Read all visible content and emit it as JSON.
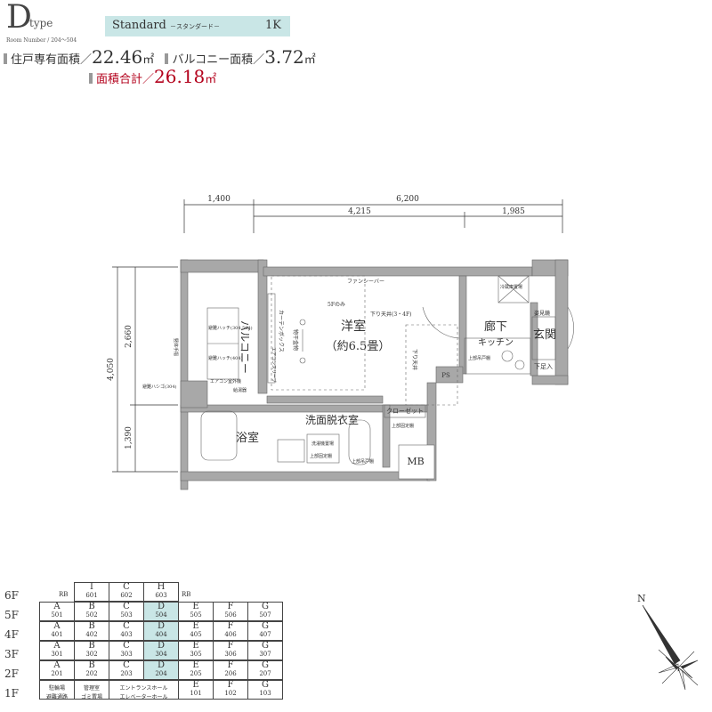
{
  "header": {
    "type_letter": "D",
    "type_word": "type",
    "room_number": "Room Number / 204～504",
    "plan_name": "Standard",
    "plan_name_kana": "－スタンダード－",
    "layout": "1K"
  },
  "areas": {
    "private_label": "住戸専有面積／",
    "private_value": "22.46",
    "private_unit": "㎡",
    "balcony_label": "バルコニー面積／",
    "balcony_value": "3.72",
    "balcony_unit": "㎡",
    "total_label": "面積合計／",
    "total_value": "26.18",
    "total_unit": "㎡"
  },
  "dimensions": {
    "top_a": "1,400",
    "top_b": "6,200",
    "sub_a": "4,215",
    "sub_b": "1,985",
    "left_total": "4,050",
    "left_a": "2,660",
    "left_b": "1,390"
  },
  "rooms": {
    "western": "洋室",
    "western_size": "（約6.5畳）",
    "corridor": "廊下",
    "kitchen": "キッチン",
    "entrance": "玄関",
    "washroom": "洗面脱衣室",
    "bath": "浴室",
    "balcony": "バルコニー",
    "mb": "MB",
    "ps": "PS",
    "closet": "クローゼット"
  },
  "labels": {
    "fanshee": "ファンシーバー",
    "fivef_only": "5Fのみ",
    "dropped_ceiling": "下り天井(3・4F)",
    "dropped_ceiling2": "下り天井",
    "curtain_box": "カーテンボックス",
    "laundry": "物干金物",
    "aircon_sleeve": "エアコンスリーブ",
    "fridge": "冷蔵庫置場",
    "shoe_box": "姿見鏡",
    "shoe_rack": "下足入",
    "evac_hatch1": "避難ハッチ(304,504)",
    "evac_hatch2": "避難ハッチ(404)",
    "evac_ladder": "避難ハシゴ(304)",
    "aircon_outdoor": "エアコン室外機",
    "drain": "給湯器",
    "handrail": "竪体手摺",
    "washer": "洗濯機置場",
    "upper_shelf": "上部固定棚",
    "upper_shelf2": "上部固定棚",
    "upper_storage": "上部吊戸棚",
    "upper_kitchen": "上部吊戸棚",
    "upper_closet": "上部固定棚"
  },
  "floor_table": {
    "floors": [
      "6F",
      "5F",
      "4F",
      "3F",
      "2F",
      "1F"
    ],
    "rb_left": "RB",
    "rb_right": "RB",
    "row6": [
      {
        "u": "I",
        "n": "601"
      },
      {
        "u": "C",
        "n": "602"
      },
      {
        "u": "H",
        "n": "603"
      }
    ],
    "row5": [
      {
        "u": "A",
        "n": "501"
      },
      {
        "u": "B",
        "n": "502"
      },
      {
        "u": "C",
        "n": "503"
      },
      {
        "u": "D",
        "n": "504"
      },
      {
        "u": "E",
        "n": "505"
      },
      {
        "u": "F",
        "n": "506"
      },
      {
        "u": "G",
        "n": "507"
      }
    ],
    "row4": [
      {
        "u": "A",
        "n": "401"
      },
      {
        "u": "B",
        "n": "402"
      },
      {
        "u": "C",
        "n": "403"
      },
      {
        "u": "D",
        "n": "404"
      },
      {
        "u": "E",
        "n": "405"
      },
      {
        "u": "F",
        "n": "406"
      },
      {
        "u": "G",
        "n": "407"
      }
    ],
    "row3": [
      {
        "u": "A",
        "n": "301"
      },
      {
        "u": "B",
        "n": "302"
      },
      {
        "u": "C",
        "n": "303"
      },
      {
        "u": "D",
        "n": "304"
      },
      {
        "u": "E",
        "n": "305"
      },
      {
        "u": "F",
        "n": "306"
      },
      {
        "u": "G",
        "n": "307"
      }
    ],
    "row2": [
      {
        "u": "A",
        "n": "201"
      },
      {
        "u": "B",
        "n": "202"
      },
      {
        "u": "C",
        "n": "203"
      },
      {
        "u": "D",
        "n": "204"
      },
      {
        "u": "E",
        "n": "205"
      },
      {
        "u": "F",
        "n": "206"
      },
      {
        "u": "G",
        "n": "207"
      }
    ],
    "row1": [
      {
        "u": "駐輪場",
        "n": "避難通路"
      },
      {
        "u": "管理室",
        "n": "ゴミ置場"
      },
      {
        "u": "エントランスホール",
        "n": "エレベーターホール"
      },
      {
        "u": "E",
        "n": "101"
      },
      {
        "u": "F",
        "n": "102"
      },
      {
        "u": "G",
        "n": "103"
      }
    ]
  },
  "compass": {
    "north_label": "N"
  },
  "colors": {
    "band": "#c9e6e6",
    "wall": "#a8a8a8",
    "red": "#b3001b"
  }
}
